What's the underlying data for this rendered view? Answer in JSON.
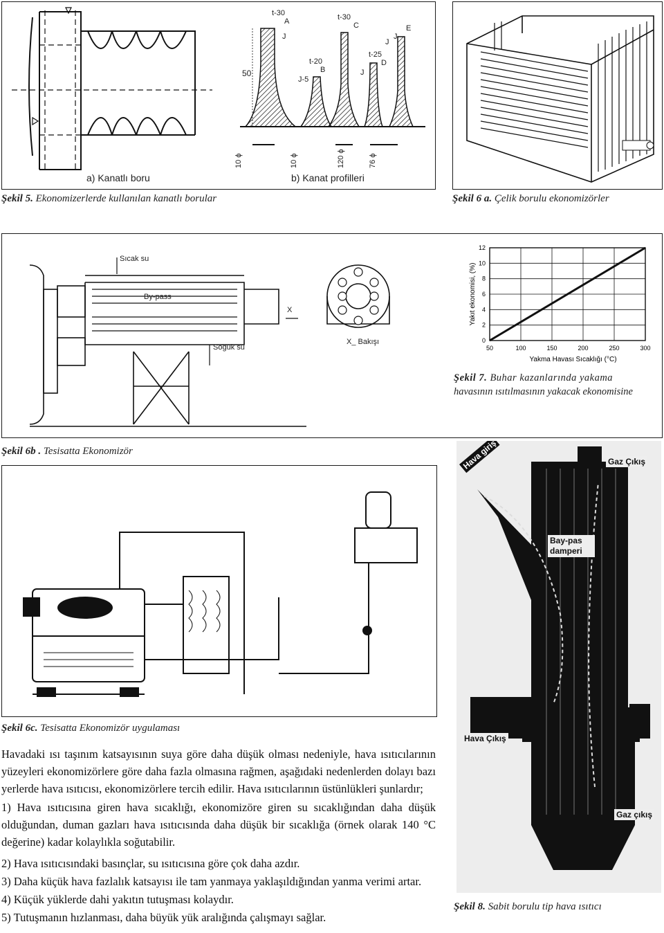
{
  "fig5": {
    "caption_label": "Şekil 5.",
    "caption_text": "Ekonomizerlerde kullanılan kanatlı borular",
    "sub_a": "a) Kanatlı boru",
    "sub_b": "b) Kanat profilleri",
    "labels": {
      "t30a": "t-30",
      "A": "A",
      "J1": "J",
      "l50": "50",
      "t20": "t-20",
      "B": "B",
      "J5": "J-5",
      "t30c": "t-30",
      "C": "C",
      "J2": "J",
      "t25": "t-25",
      "D": "D",
      "J3": "J",
      "J4": "J",
      "E": "E",
      "d1": "10 ϕ",
      "d2": "10 ϕ",
      "d3": "120 ϕ",
      "d4": "76 ϕ"
    }
  },
  "fig6a": {
    "caption_label": "Şekil 6 a.",
    "caption_text": "Çelik borulu ekonomizörler"
  },
  "fig6b": {
    "caption_label": "Şekil 6b .",
    "caption_text": "Tesisatta Ekonomizör",
    "labels": {
      "hot": "Sıcak su",
      "bypass": "By-pass",
      "cold": "Soğuk su",
      "view": "X_ Bakışı",
      "x": "X"
    }
  },
  "fig7": {
    "caption_label": "Şekil 7.",
    "caption_text_1": "Buhar kazanlarında yakama",
    "caption_text_2": "havasının ısıtılmasının yakacak ekonomisine",
    "chart_data": {
      "type": "line",
      "xlabel": "Yakma Havası Sıcaklığı (°C)",
      "ylabel": "Yakıt ekonomisi, (%)",
      "x_ticks": [
        50,
        100,
        150,
        200,
        250,
        300
      ],
      "y_ticks": [
        0,
        2,
        4,
        6,
        8,
        10,
        12
      ],
      "xlim": [
        50,
        300
      ],
      "ylim": [
        0,
        12
      ],
      "grid": true,
      "series": [
        {
          "x": [
            50,
            300
          ],
          "y": [
            0,
            12
          ]
        }
      ]
    }
  },
  "fig6c": {
    "caption_label": "Şekil 6c.",
    "caption_text": "Tesisatta Ekonomizör uygulaması"
  },
  "fig8": {
    "caption_label": "Şekil 8.",
    "caption_text": "Sabit borulu tip hava ısıtıcı",
    "labels": {
      "air_in": "Hava giriş",
      "gas_out": "Gaz Çıkış",
      "bypass": "Bay-pas damperi",
      "air_out": "Hava Çıkış",
      "gas_in": "Gaz çıkış"
    }
  },
  "body": {
    "intro": "Havadaki ısı taşınım katsayısının suya göre daha düşük olması nedeniyle, hava ısıtıcılarının yüzeyleri ekonomizörlere göre daha fazla olmasına rağmen, aşağıdaki nedenlerden dolayı bazı yerlerde hava ısıtıcısı, ekonomizörlere tercih edilir. Hava ısıtıcılarının üstünlükleri şunlardır;",
    "items": [
      "1) Hava ısıtıcısına giren hava sıcaklığı, ekonomizöre giren su sıcaklığından daha düşük olduğundan, duman gazları hava ısıtıcısında daha düşük bir sıcaklığa (örnek olarak 140 °C değerine) kadar kolaylıkla soğutabilir.",
      "2) Hava ısıtıcısındaki basınçlar, su ısıtıcısına göre çok daha azdır.",
      "3) Daha küçük hava fazlalık katsayısı ile tam yanmaya yaklaşıldığından yanma verimi artar.",
      "4) Küçük yüklerde dahi yakıtın tutuşması kolaydır.",
      "5) Tutuşmanın hızlanması, daha büyük yük aralığında çalışmayı sağlar."
    ]
  }
}
